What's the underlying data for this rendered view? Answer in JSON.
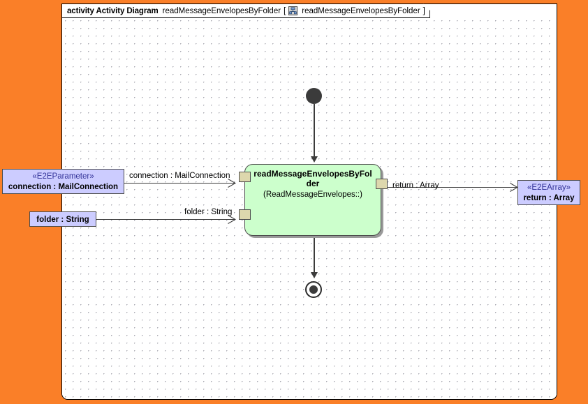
{
  "canvas": {
    "background_color": "#fa7f28",
    "frame_background": "#ffffff",
    "grid_dot_color": "#a9a9b2"
  },
  "frame": {
    "keyword": "activity Activity Diagram",
    "diagram_name": "readMessageEnvelopesByFolder",
    "bracket_open": "[",
    "icon": "activity-diagram-icon",
    "referenced_element": "readMessageEnvelopesByFolder",
    "bracket_close": "]"
  },
  "nodes": {
    "initial": {
      "name": "initial-node",
      "color": "#3b3b3b"
    },
    "final": {
      "name": "activity-final-node",
      "color": "#3b3b3b"
    },
    "activity": {
      "title": "readMessageEnvelopesByFolder",
      "subtitle": "(ReadMessageEnvelopes::)",
      "fill_color": "#ccffcc",
      "border_color": "#4d4d4d"
    }
  },
  "pins": {
    "input_connection": "connection-input-pin",
    "input_folder": "folder-input-pin",
    "output_return": "return-output-pin",
    "fill_color": "#ddd7ad"
  },
  "object_nodes": [
    {
      "id": "connection-parameter",
      "stereotype": "«E2EParameter»",
      "label": "connection : MailConnection",
      "fill_color": "#ccccff",
      "stereotype_color": "#333399"
    },
    {
      "id": "folder-parameter",
      "stereotype": "",
      "label": "folder : String",
      "fill_color": "#ccccff",
      "stereotype_color": "#333399"
    },
    {
      "id": "return-array",
      "stereotype": "«E2EArray»",
      "label": "return : Array",
      "fill_color": "#ccccff",
      "stereotype_color": "#333399"
    }
  ],
  "edges": [
    {
      "id": "edge-connection",
      "label": "connection : MailConnection",
      "from": "connection-parameter",
      "to": "connection-input-pin"
    },
    {
      "id": "edge-folder",
      "label": "folder : String",
      "from": "folder-parameter",
      "to": "folder-input-pin"
    },
    {
      "id": "edge-return",
      "label": "return : Array",
      "from": "return-output-pin",
      "to": "return-array"
    },
    {
      "id": "edge-initial-to-activity",
      "label": "",
      "from": "initial-node",
      "to": "activity-node"
    },
    {
      "id": "edge-activity-to-final",
      "label": "",
      "from": "activity-node",
      "to": "activity-final-node"
    }
  ]
}
